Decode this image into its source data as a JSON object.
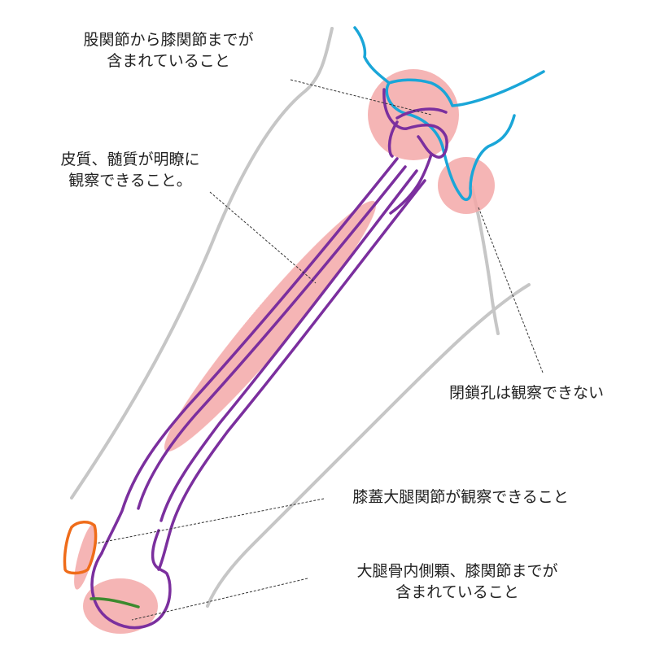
{
  "annotations": {
    "hip": {
      "line1": "股関節から膝関節までが",
      "line2": "含まれていること"
    },
    "cortex": {
      "line1": "皮質、髄質が明瞭に",
      "line2": "観察できること。"
    },
    "obturator": {
      "line1": "閉鎖孔は観察できない"
    },
    "patella": {
      "line1": "膝蓋大腿関節が観察できること"
    },
    "condyle": {
      "line1": "大腿骨内側顆、膝関節までが",
      "line2": "含まれていること"
    }
  },
  "colors": {
    "highlight": "#f4a8a8",
    "femur": "#7b2f9e",
    "pelvis": "#1aa6d8",
    "soft_tissue": "#c6c6c6",
    "patella": "#ef6c1a",
    "condyle_line": "#3c8a2e",
    "leader": "#333333"
  }
}
